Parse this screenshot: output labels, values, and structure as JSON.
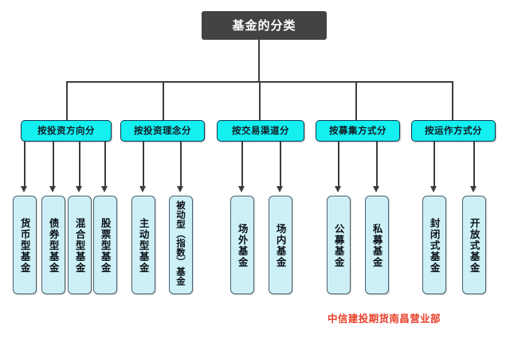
{
  "diagram": {
    "title": "基金的分类",
    "footer_note": "中信建投期货南昌营业部",
    "colors": {
      "root_fill": "#434343",
      "root_text": "#ffffff",
      "category_fill": "#14f0f0",
      "category_border": "#0d3a52",
      "leaf_fill": "#cdf0f7",
      "leaf_border": "#4a6070",
      "connector": "#3c3c3c",
      "footer_text": "#e8402a",
      "background": "#ffffff"
    },
    "categories": [
      {
        "label": "按投资方向分",
        "children": [
          {
            "label": "货币型基金"
          },
          {
            "label": "债券型基金"
          },
          {
            "label": "混合型基金"
          },
          {
            "label": "股票型基金"
          }
        ]
      },
      {
        "label": "按投资理念分",
        "children": [
          {
            "label": "主动型基金"
          },
          {
            "label": "被动型（指数）基金"
          }
        ]
      },
      {
        "label": "按交易渠道分",
        "children": [
          {
            "label": "场外基金"
          },
          {
            "label": "场内基金"
          }
        ]
      },
      {
        "label": "按募集方式分",
        "children": [
          {
            "label": "公募基金"
          },
          {
            "label": "私募基金"
          }
        ]
      },
      {
        "label": "按运作方式分",
        "children": [
          {
            "label": "封闭式基金"
          },
          {
            "label": "开放式基金"
          }
        ]
      }
    ]
  }
}
